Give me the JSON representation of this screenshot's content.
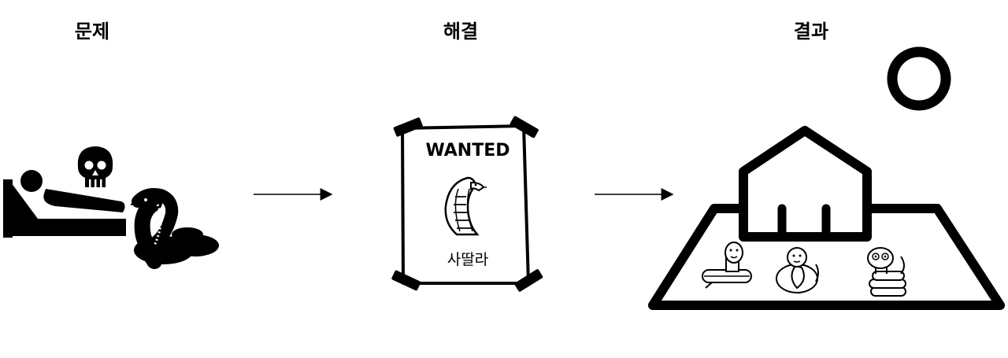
{
  "steps": [
    {
      "title": "문제",
      "icon": "bedridden-patient-snake-skull-icon"
    },
    {
      "title": "해결",
      "icon": "wanted-poster-icon"
    },
    {
      "title": "결과",
      "icon": "house-with-snakes-icon"
    }
  ],
  "poster": {
    "heading": "WANTED",
    "caption": "사딸라"
  },
  "colors": {
    "ink": "#000000",
    "background": "#ffffff"
  }
}
